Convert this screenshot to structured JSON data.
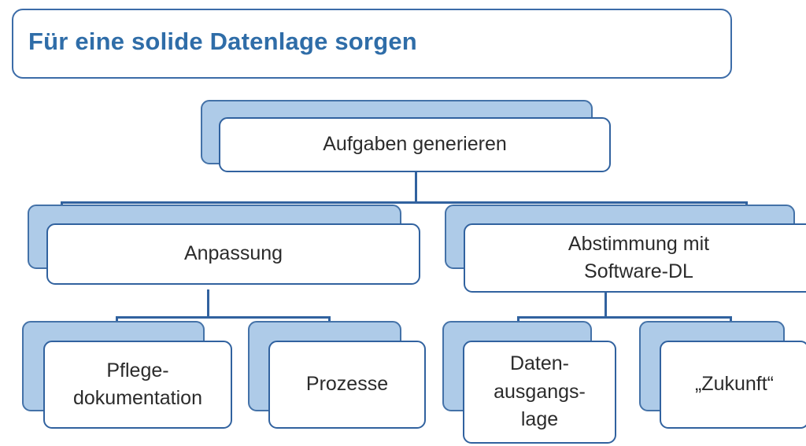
{
  "title": {
    "text": "Für eine solide Datenlage sorgen",
    "color": "#2f6da8"
  },
  "colors": {
    "title_text": "#2f6da8",
    "node_border": "#31629f",
    "shadow_fill": "#aecbe8",
    "shadow_border": "#4472a8",
    "node_fill": "#ffffff",
    "node_text": "#2b2b2b",
    "connector": "#31629f",
    "background": "#ffffff"
  },
  "chart_data": {
    "type": "diagram",
    "subtype": "org-chart-tree",
    "title": "Für eine solide Datenlage sorgen",
    "orientation": "top-down",
    "levels": 3,
    "node_style": "rounded-rectangle-with-offset-shadow",
    "nodes": [
      {
        "id": "n1",
        "label": "Aufgaben generieren",
        "level": 1,
        "parent": null
      },
      {
        "id": "n2",
        "label": "Anpassung",
        "level": 2,
        "parent": "n1"
      },
      {
        "id": "n3",
        "label": "Abstimmung mit\nSoftware-DL",
        "level": 2,
        "parent": "n1"
      },
      {
        "id": "n4",
        "label": "Pflege-\ndokumentation",
        "level": 3,
        "parent": "n2"
      },
      {
        "id": "n5",
        "label": "Prozesse",
        "level": 3,
        "parent": "n2"
      },
      {
        "id": "n6",
        "label": "Daten-\nausgangs-\nlage",
        "level": 3,
        "parent": "n3"
      },
      {
        "id": "n7",
        "label": "„Zukunft“",
        "level": 3,
        "parent": "n3"
      }
    ],
    "edges": [
      {
        "from": "n1",
        "to": "n2"
      },
      {
        "from": "n1",
        "to": "n3"
      },
      {
        "from": "n2",
        "to": "n4"
      },
      {
        "from": "n2",
        "to": "n5"
      },
      {
        "from": "n3",
        "to": "n6"
      },
      {
        "from": "n3",
        "to": "n7"
      }
    ]
  },
  "nodes": {
    "root": {
      "label": "Aufgaben generieren"
    },
    "left_branch": {
      "label": "Anpassung"
    },
    "right_branch": {
      "label": "Abstimmung mit\nSoftware-DL"
    },
    "leaf_1": {
      "label": "Pflege-\ndokumentation"
    },
    "leaf_2": {
      "label": "Prozesse"
    },
    "leaf_3": {
      "label": "Daten-\nausgangs-\nlage"
    },
    "leaf_4": {
      "label": "„Zukunft“"
    }
  }
}
